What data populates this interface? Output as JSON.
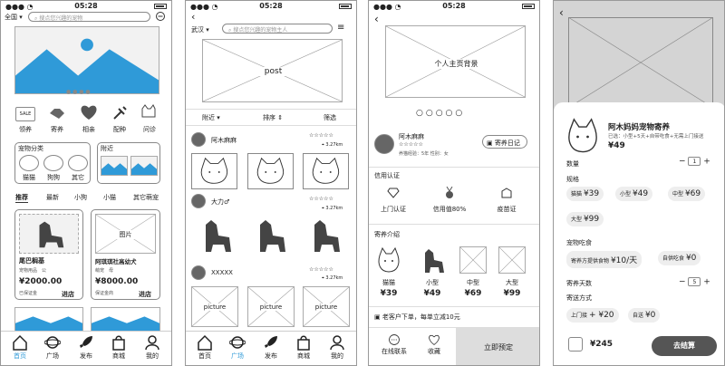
{
  "status": {
    "time": "05:28"
  },
  "s1": {
    "city": "全国",
    "search_placeholder": "搜点您兴趣的宠物",
    "cats": [
      "领养",
      "寄养",
      "相亲",
      "配种",
      "问诊"
    ],
    "sale_label": "SALE",
    "cat_panel_title": "宠物分类",
    "cat_items": [
      "猫猫",
      "狗狗",
      "其它"
    ],
    "near_title": "附近",
    "tabs": [
      "推荐",
      "最新",
      "小狗",
      "小猫",
      "其它萌宠"
    ],
    "card_img_label": "图片",
    "card1": {
      "title": "尾巴榈基",
      "tag1": "宠物用品",
      "tag2": "公",
      "price": "¥2000.00",
      "note": "已保证金",
      "btn": "进店"
    },
    "card2": {
      "title": "阿琪琪社高幼犬",
      "tag1": "萌宠",
      "tag2": "母",
      "price": "¥8000.00",
      "note": "保证金商",
      "btn": "进店"
    }
  },
  "s2": {
    "city": "武汉",
    "search_placeholder": "搜点您兴趣的宠物主人",
    "banner": "post",
    "filters": [
      "附近",
      "排序",
      "筛选"
    ],
    "post1": {
      "name": "阿木麻麻",
      "stars": "☆☆☆☆☆",
      "dist": "3.27km"
    },
    "post2": {
      "name": "大力♂",
      "stars": "☆☆☆☆☆",
      "dist": "3.27km"
    },
    "post3": {
      "name": "XXXXX",
      "stars": "☆☆☆☆☆",
      "dist": "3.27km"
    },
    "pic_label": "picture"
  },
  "s3": {
    "bg_label": "个人主页背景",
    "name": "阿木麻麻",
    "stars": "☆☆☆☆☆",
    "info": "养猫经验：5年   性别：女",
    "diary": "寄养日记",
    "credit_title": "信用认证",
    "credits": [
      "上门认证",
      "信用值80%",
      "疫苗证"
    ],
    "intro_title": "寄养介绍",
    "sizes": [
      {
        "label": "猫猫",
        "price": "¥39"
      },
      {
        "label": "小型",
        "price": "¥49"
      },
      {
        "label": "中型",
        "price": "¥69"
      },
      {
        "label": "大型",
        "price": "¥99"
      }
    ],
    "notice": "老客户下单，每单立减10元",
    "contact": "在线联系",
    "fav": "收藏",
    "book": "立即预定"
  },
  "s4": {
    "title": "阿木妈妈宠物寄养",
    "sub": "已选：小型+5天+自带吃食+无需上门接送",
    "price": "¥49",
    "qty_label": "数量",
    "qty": "1",
    "spec_label": "规格",
    "specs": [
      {
        "label": "猫猫",
        "price": "¥39"
      },
      {
        "label": "小型",
        "price": "¥49"
      },
      {
        "label": "中型",
        "price": "¥69"
      },
      {
        "label": "大型",
        "price": "¥99"
      }
    ],
    "food_label": "宠物吃食",
    "food": [
      {
        "label": "寄养方提供食物",
        "price": "¥10/天"
      },
      {
        "label": "自供吃食",
        "price": "¥0"
      }
    ],
    "days_label": "寄养天数",
    "days": "5",
    "ship_label": "寄送方式",
    "ship": [
      {
        "label": "上门接",
        "price": "+ ¥20"
      },
      {
        "label": "自送",
        "price": "¥0"
      }
    ],
    "total": "¥245",
    "checkout": "去结算"
  },
  "nav": [
    "首页",
    "广场",
    "发布",
    "商城",
    "我的"
  ],
  "colors": {
    "blue": "#2f9ad8",
    "dark": "#555"
  }
}
